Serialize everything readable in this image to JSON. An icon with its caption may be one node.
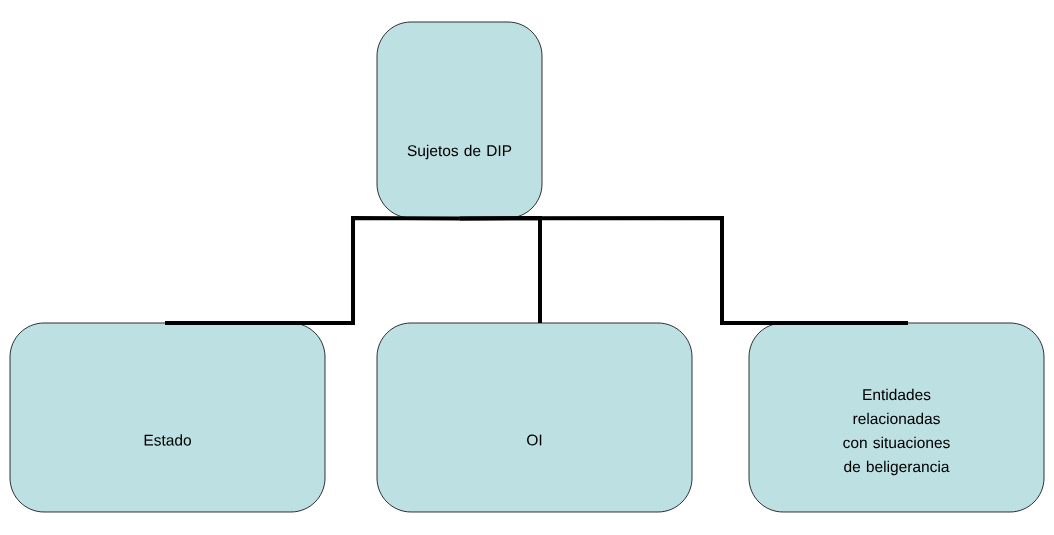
{
  "diagram": {
    "nodes": [
      {
        "text": [
          "Sujetos de DIP"
        ]
      },
      {
        "text": [
          "Estado"
        ]
      },
      {
        "text": [
          "OI"
        ]
      },
      {
        "text": [
          "Entidades relacionadas con situaciones de beligerancia"
        ]
      }
    ],
    "edges": [
      {
        "from": 0,
        "to": 1,
        "arrow": "none"
      },
      {
        "from": 0,
        "to": 2,
        "arrow": "none"
      },
      {
        "from": 0,
        "to": 3,
        "arrow": "none"
      }
    ]
  }
}
